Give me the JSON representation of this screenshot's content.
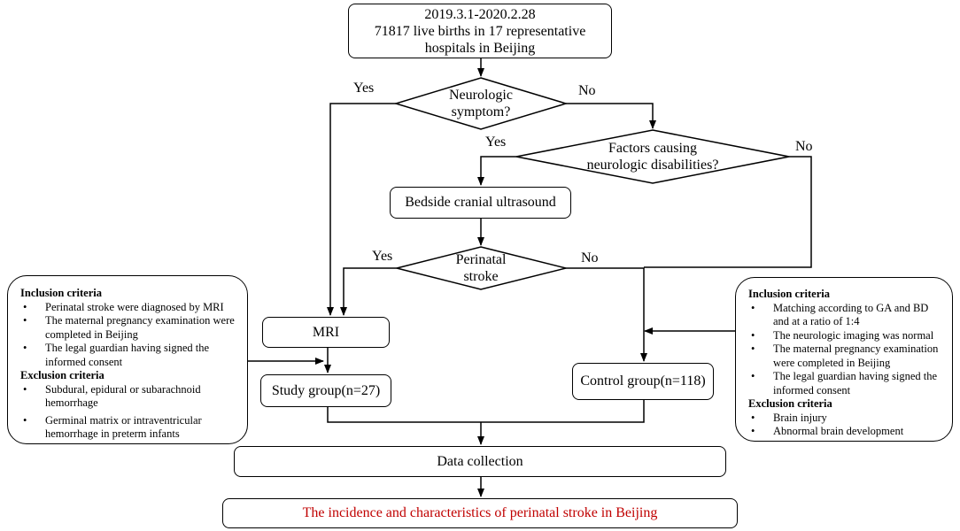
{
  "start": {
    "line1": "2019.3.1-2020.2.28",
    "line2": "71817 live births in 17 representative",
    "line3": "hospitals in Beijing"
  },
  "decision_neuro": {
    "line1": "Neurologic",
    "line2": "symptom?"
  },
  "decision_factors": {
    "line1": "Factors causing",
    "line2": "neurologic disabilities?"
  },
  "decision_stroke": {
    "line1": "Perinatal",
    "line2": "stroke"
  },
  "labels": {
    "yes": "Yes",
    "no": "No"
  },
  "ultrasound": "Bedside cranial ultrasound",
  "mri": "MRI",
  "study_group": "Study group(n=27)",
  "control_group": "Control group(n=118)",
  "data_collection": "Data collection",
  "outcome": "The incidence and characteristics of perinatal stroke in Beijing",
  "colors": {
    "outcome_text": "#c00000",
    "line": "#000000"
  },
  "left_criteria": {
    "inclusion_title": "Inclusion criteria",
    "inclusion": [
      "Perinatal stroke were diagnosed by MRI",
      "The maternal pregnancy examination were completed in Beijing",
      "The legal guardian having signed the informed consent"
    ],
    "exclusion_title": "Exclusion criteria",
    "exclusion": [
      "Subdural, epidural or subarachnoid hemorrhage",
      "Germinal matrix or intraventricular hemorrhage in preterm infants"
    ]
  },
  "right_criteria": {
    "inclusion_title": "Inclusion criteria",
    "inclusion": [
      "Matching according to GA and BD and at a ratio of 1:4",
      "The neurologic imaging was normal",
      "The maternal pregnancy examination were completed in Beijing",
      "The legal guardian having signed the informed consent"
    ],
    "exclusion_title": "Exclusion criteria",
    "exclusion": [
      "Brain injury",
      "Abnormal brain development"
    ]
  }
}
